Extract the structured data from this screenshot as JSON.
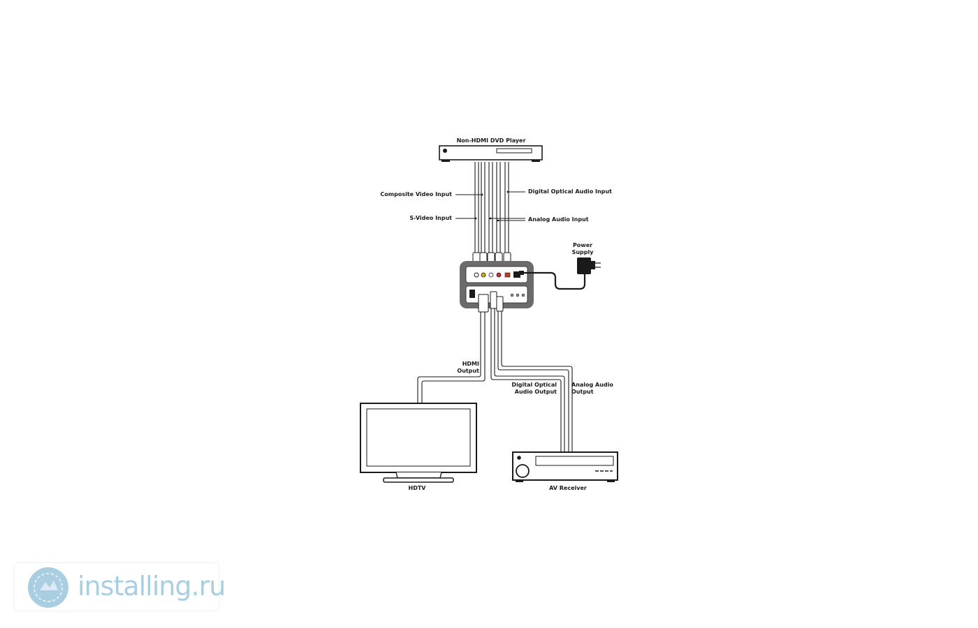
{
  "devices": {
    "dvd_player": "Non-HDMI DVD Player",
    "power_supply_line1": "Power",
    "power_supply_line2": "Supply",
    "hdtv": "HDTV",
    "av_receiver": "AV Receiver"
  },
  "inputs": {
    "composite_video": "Composite Video Input",
    "s_video": "S-Video Input",
    "digital_optical_audio": "Digital Optical Audio Input",
    "analog_audio": "Analog Audio Input"
  },
  "outputs": {
    "hdmi_line1": "HDMI",
    "hdmi_line2": "Output",
    "digital_optical_line1": "Digital Optical",
    "digital_optical_line2": "Audio Output",
    "analog_audio_line1": "Analog Audio",
    "analog_audio_line2": "Output"
  },
  "watermark": {
    "text": "installing.ru",
    "color": "#a9cde1"
  },
  "colors": {
    "line": "#1a1a1a",
    "device_body": "#6b6b6b",
    "port_red": "#c0392b",
    "port_yellow": "#d4ac0d"
  }
}
